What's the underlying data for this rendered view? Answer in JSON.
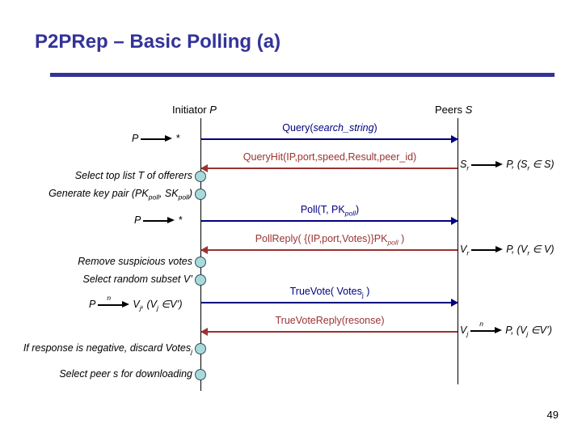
{
  "slide": {
    "title": "P2PRep – Basic Polling (a)",
    "page_number": "49",
    "title_color": "#333399",
    "rule_color": "#333399"
  },
  "diagram": {
    "type": "sequence-diagram",
    "colors": {
      "forward_message": "#000080",
      "reply_message": "#993333",
      "node_fill": "#a8dadc",
      "node_stroke": "#2f4f4f",
      "lifeline": "#000000"
    },
    "columns": [
      {
        "id": "initiator",
        "label_plain": "Initiator ",
        "label_italic": "P"
      },
      {
        "id": "peers",
        "label_plain": "Peers ",
        "label_italic": "S"
      }
    ],
    "messages": [
      {
        "id": "query",
        "direction": "forward",
        "label_parts": [
          {
            "text": "Query(",
            "italic": false
          },
          {
            "text": "search_string",
            "italic": true
          },
          {
            "text": ")",
            "italic": false
          }
        ],
        "label_text": "Query(search_string)"
      },
      {
        "id": "query-hit",
        "direction": "reply",
        "label_text": "QueryHit(IP,port,speed,Result,peer_id)"
      },
      {
        "id": "poll",
        "direction": "forward",
        "label_text": "Poll(T, PKpoll)",
        "label_prefix": "Poll(T, PK",
        "label_sub": "poll",
        "label_suffix": ")"
      },
      {
        "id": "poll-reply",
        "direction": "reply",
        "label_text": "PollReply( {(IP,port,Votes)}PKpoll )",
        "label_prefix": "PollReply( {(IP,port,Votes)}PK",
        "label_sub": "poll",
        "label_suffix": " )"
      },
      {
        "id": "true-vote",
        "direction": "forward",
        "label_text": "TrueVote( Votesj )",
        "label_prefix": "TrueVote( Votes",
        "label_sub": "j",
        "label_suffix": " )"
      },
      {
        "id": "true-vote-reply",
        "direction": "reply",
        "label_text": "TrueVoteReply(resonse)"
      }
    ],
    "left_notations": [
      {
        "id": "p-to-star-query",
        "from": "P",
        "to": "*",
        "superscript": ""
      },
      {
        "id": "p-to-star-poll",
        "from": "P",
        "to": "*",
        "superscript": ""
      },
      {
        "id": "p-to-vj",
        "from": "P",
        "to": "Vj, (Vj ∈V’)",
        "to_main": "V",
        "to_sub": "j",
        "superscript": "n",
        "to_tail": ", (V",
        "to_tail_sub": "j",
        "to_tail_end": " ∈V’)"
      }
    ],
    "right_notations": [
      {
        "id": "sr-to-p",
        "from_main": "S",
        "from_sub": "r",
        "superscript": "",
        "to_text": "P, (S",
        "to_sub": "r",
        "to_tail": " ∈ S)"
      },
      {
        "id": "vr-to-p",
        "from_main": "V",
        "from_sub": "r",
        "superscript": "",
        "to_text": "P, (V",
        "to_sub": "r",
        "to_tail": " ∈ V)"
      },
      {
        "id": "vj-to-p",
        "from_main": "V",
        "from_sub": "j",
        "superscript": "n",
        "to_text": "P, (V",
        "to_sub": "j",
        "to_tail": " ∈V’)"
      }
    ],
    "annotations": [
      {
        "id": "select-top-list",
        "text": "Select top list T of offerers"
      },
      {
        "id": "generate-key-pair",
        "text": "Generate key pair (PKpoll, SKpoll)",
        "prefix": "Generate key pair (PK",
        "sub1": "poll",
        "mid": ", SK",
        "sub2": "poll",
        "suffix": ")"
      },
      {
        "id": "remove-suspicious-votes",
        "text": "Remove suspicious votes"
      },
      {
        "id": "select-random-subset",
        "text": "Select random subset V’"
      },
      {
        "id": "discard-votes",
        "text": "If response is negative, discard Votesj",
        "prefix": "If response is negative, discard Votes",
        "sub1": "j",
        "suffix": ""
      },
      {
        "id": "select-peer-download",
        "text": "Select peer s for downloading"
      }
    ]
  }
}
